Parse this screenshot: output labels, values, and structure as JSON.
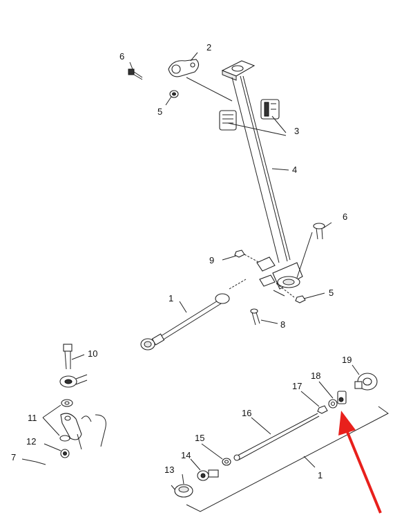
{
  "callouts": {
    "c1a": "1",
    "c1b": "1",
    "c2": "2",
    "c3": "3",
    "c4": "4",
    "c5a": "5",
    "c5b": "5",
    "c6a": "6",
    "c6b": "6",
    "c7": "7",
    "c8": "8",
    "c9": "9",
    "c10": "10",
    "c11": "11",
    "c12": "12",
    "c13": "13",
    "c14": "14",
    "c15": "15",
    "c16": "16",
    "c17": "17",
    "c18": "18",
    "c19": "19"
  },
  "highlight": {
    "color": "#e8201c",
    "target_part": "18"
  }
}
